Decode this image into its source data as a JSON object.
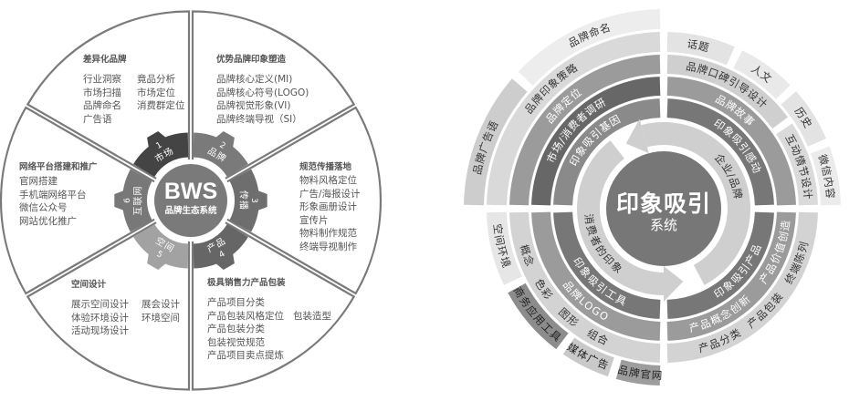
{
  "left": {
    "center_title": "BWS",
    "center_subtitle": "品牌生态系统",
    "sectors": [
      {
        "num": "1",
        "name": "市场",
        "title": "差异化品牌",
        "col1": [
          "行业洞察",
          "市场扫描",
          "品牌命名",
          "广告语"
        ],
        "col2": [
          "竟品分析",
          "市场定位",
          "消费群定位"
        ]
      },
      {
        "num": "2",
        "name": "品牌",
        "title": "优势品牌印象塑造",
        "col1": [
          "品牌核心定义(MI)",
          "品牌核心符号(LOGO)",
          "品牌视觉形象(VI)",
          "品牌终端导视（SI）"
        ],
        "col2": []
      },
      {
        "num": "3",
        "name": "传播",
        "title": "规范传播落地",
        "col1": [
          "物料风格定位",
          "广告/海报设计",
          "形象画册设计",
          "宣传片",
          "物料制作规范",
          "终端导视制作"
        ],
        "col2": []
      },
      {
        "num": "4",
        "name": "产品",
        "title": "极具销售力产品包装",
        "col1": [
          "产品项目分类",
          "产品包装风格定位",
          "产品包装分类",
          "包装视觉规范",
          "产品项目卖点提炼"
        ],
        "col2": [
          "包装造型"
        ]
      },
      {
        "num": "5",
        "name": "空间",
        "title": "空间设计",
        "col1": [
          "展示空间设计",
          "体验环境设计",
          "活动现场设计"
        ],
        "col2": [
          "展会设计",
          "环境空间"
        ]
      },
      {
        "num": "6",
        "name": "互联网",
        "title": "网络平台搭建和推广",
        "col1": [
          "官网搭建",
          "手机端网络平台",
          "微信公众号",
          "网站优化推广"
        ],
        "col2": []
      }
    ]
  },
  "right": {
    "center_title": "印象吸引",
    "center_subtitle": "系统",
    "arrow_labels": [
      "企业/品牌",
      "消费者的印象"
    ],
    "top_left": [
      "印象吸引基因",
      "市场/消费者调研",
      "品牌定位",
      "品牌印象策略",
      "品牌广告语",
      "品牌命名"
    ],
    "top_right": [
      "印象吸引感动",
      "品牌故事",
      "品牌口碑引导设计",
      "互动情节设计",
      "话题",
      "人文",
      "历史",
      "微信内容"
    ],
    "bottom_right": [
      "印象吸引产品",
      "产品价值创造",
      "产品概念创新",
      "终端陈列",
      "产品包装",
      "产品分类"
    ],
    "bottom_left": [
      "印象吸引工具",
      "品牌LOGO",
      "概念",
      "色彩",
      "图形",
      "组合",
      "空间环境",
      "商务应用工具",
      "媒体广告",
      "品牌官网"
    ]
  }
}
